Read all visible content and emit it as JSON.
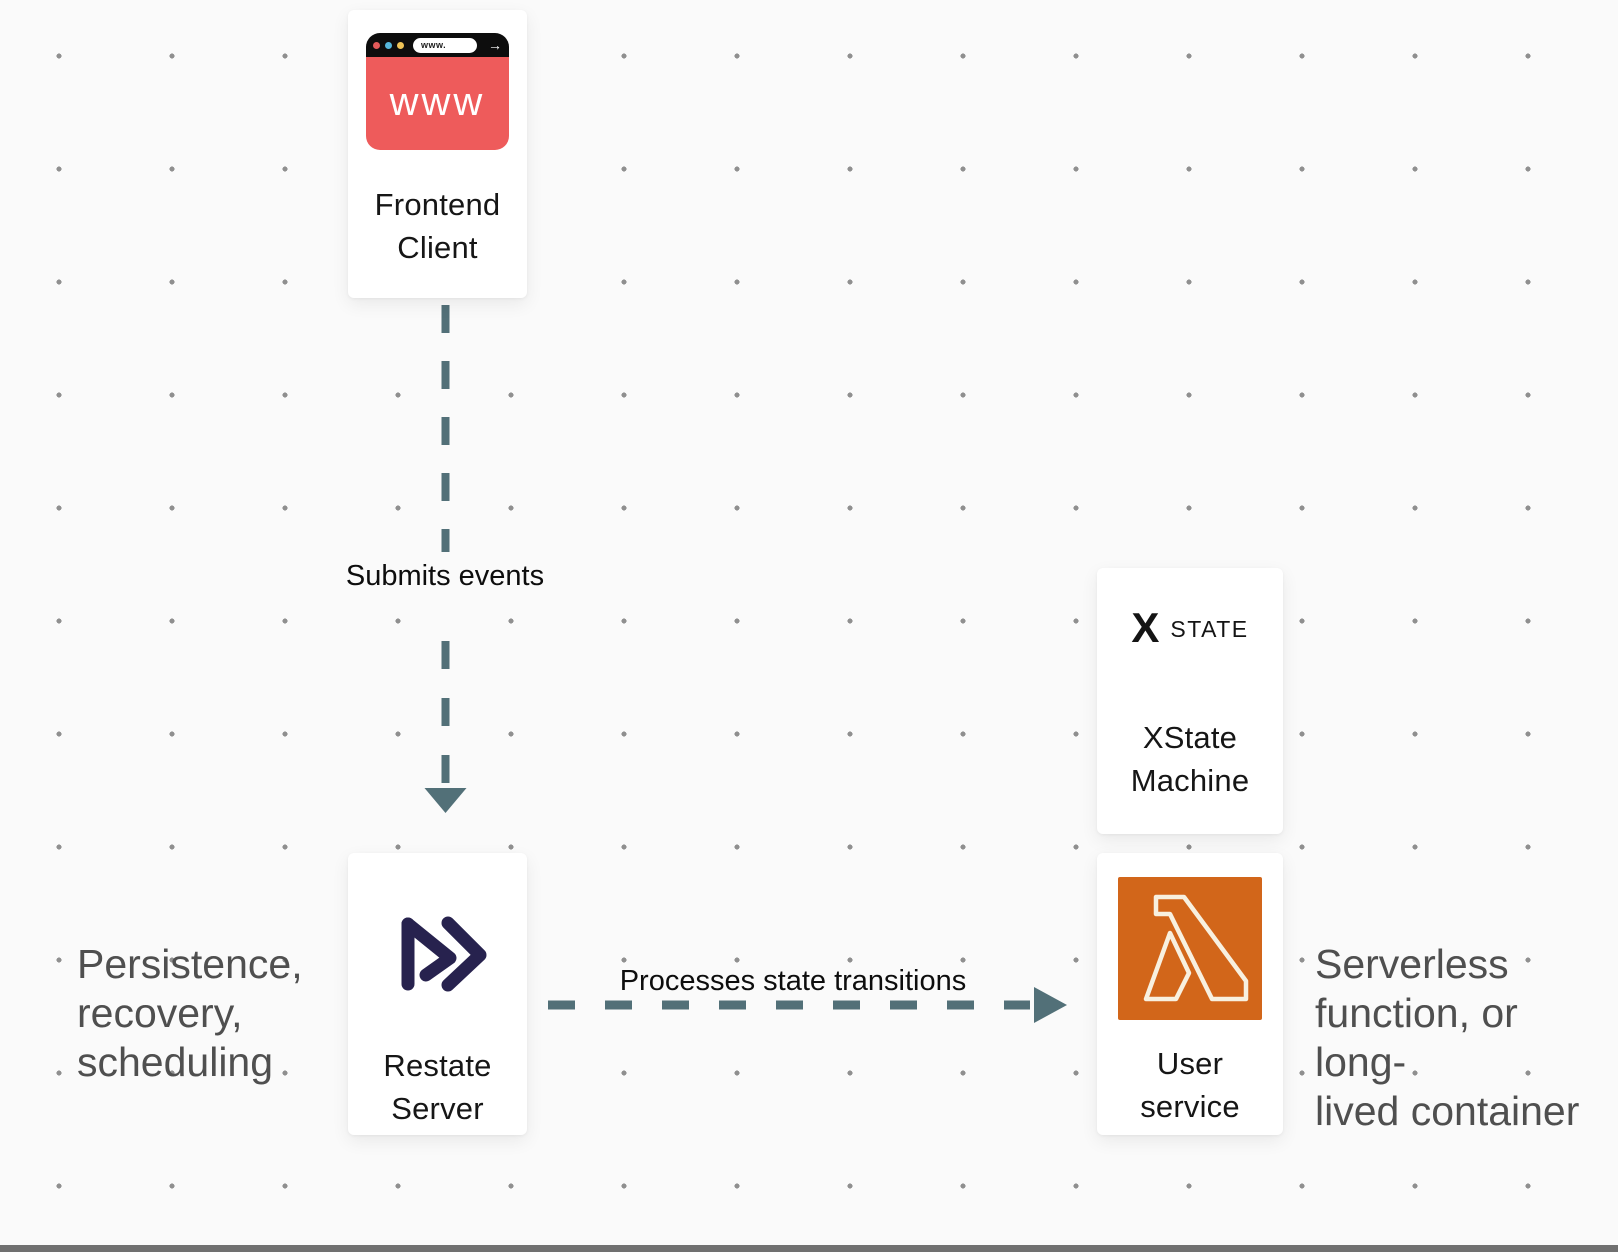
{
  "nodes": {
    "frontend": {
      "title": [
        "Frontend",
        "Client"
      ],
      "browser": {
        "url_text": "www.",
        "body_text": "www",
        "go_arrow": "→"
      }
    },
    "restate": {
      "title": [
        "Restate",
        "Server"
      ]
    },
    "xstate": {
      "logo": {
        "x": "X",
        "state": "STATE"
      },
      "title": [
        "XState",
        "Machine"
      ]
    },
    "user_service": {
      "title": [
        "User",
        "service"
      ]
    }
  },
  "edges": {
    "submits_events": {
      "label": "Submits events",
      "direction": "down"
    },
    "processes_state_transitions": {
      "label": "Processes state transitions",
      "direction": "right"
    }
  },
  "annotations": {
    "left": {
      "lines": [
        "Persistence,",
        "recovery,",
        "scheduling"
      ]
    },
    "right": {
      "lines": [
        "Serverless",
        "function, or long-",
        "lived container"
      ]
    }
  },
  "colors": {
    "background": "#fafafa",
    "grid_dot": "#8f8f8f",
    "card_background": "#ffffff",
    "browser_red": "#ee5b5b",
    "browser_bar_black": "#0d0d0d",
    "browser_dot_red": "#e25a5a",
    "browser_dot_blue": "#55b6db",
    "browser_dot_yellow": "#efc457",
    "restate_navy": "#27224e",
    "lambda_orange": "#d2661a",
    "lambda_outline": "#f8f0df",
    "arrow_slate": "#527078",
    "annotation_gray": "#4f4f4f",
    "title_black": "#161616",
    "bottom_bar_gray": "#707070"
  }
}
